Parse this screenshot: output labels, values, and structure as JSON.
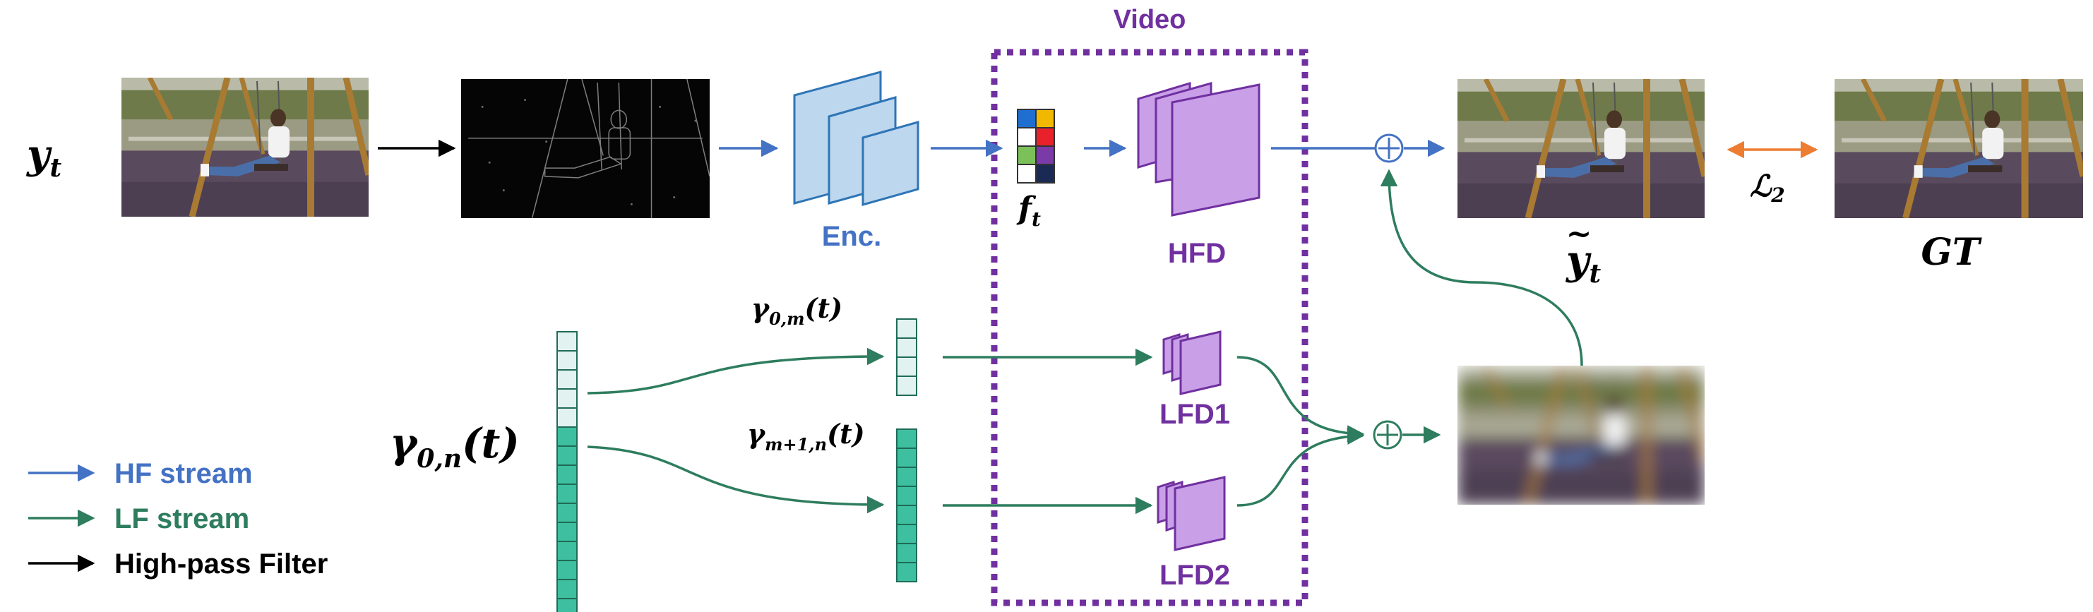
{
  "section_title": "Video",
  "input": {
    "main": "y",
    "sub": "t"
  },
  "encoder": {
    "label": "Enc."
  },
  "feature": {
    "main": "f",
    "sub": "t"
  },
  "hfd": {
    "label": "HFD"
  },
  "lfd1": {
    "label": "LFD1"
  },
  "lfd2": {
    "label": "LFD2"
  },
  "output": {
    "main": "y",
    "tilde": "~",
    "sub": "t"
  },
  "loss": {
    "main": "ℒ",
    "sub": "2"
  },
  "ground_truth": {
    "label": "GT"
  },
  "gamma_full": {
    "main": "γ",
    "sub": "0,n",
    "arg": "(t)"
  },
  "gamma_low": {
    "main": "γ",
    "sub": "0,m",
    "arg": "(t)"
  },
  "gamma_high": {
    "main": "γ",
    "sub": "m+1,n",
    "arg": "(t)"
  },
  "legend": [
    {
      "label": "HF stream",
      "color": "#4472C4"
    },
    {
      "label": "LF stream",
      "color": "#2E7D5E"
    },
    {
      "label": "High-pass Filter",
      "color": "#000000"
    }
  ],
  "colors": {
    "hf": "#4472C4",
    "lf": "#2E7D5E",
    "video": "#7030A0",
    "decoder_fill": "#C9A0E8",
    "encoder_fill": "#BDD7EE",
    "loss_arrow": "#ED7D31",
    "vec_light": "#E2F2F0",
    "vec_teal": "#3EBFA0"
  },
  "feature_grid_colors": [
    "#1F6FD1",
    "#F2B800",
    "#FFFFFF",
    "#E8212A",
    "#7CC05A",
    "#7A3AA8",
    "#FFFFFF",
    "#1B2A55"
  ]
}
